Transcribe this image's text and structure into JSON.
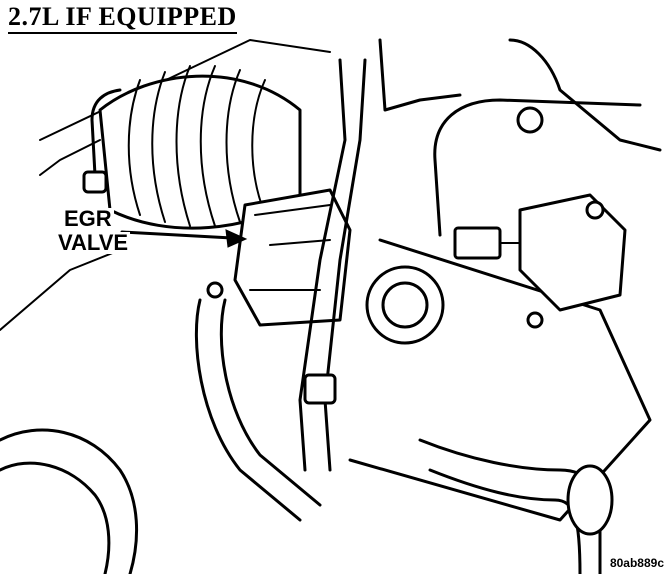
{
  "figure": {
    "title": "2.7L IF EQUIPPED",
    "callout_line1": "EGR",
    "callout_line2": "VALVE",
    "figure_code": "80ab889c"
  }
}
